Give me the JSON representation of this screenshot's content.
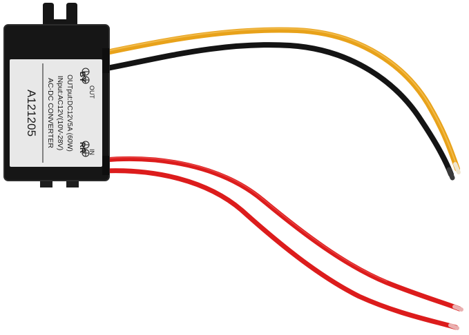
{
  "product": {
    "model": "A121205",
    "type": "AC-DC CONVERTER",
    "input": "INput:AC12V(10V-28V)",
    "output": "OUTput:DC12V5A (60W)",
    "in_label": "IN",
    "in_colors": "RR",
    "out_label": "OUT",
    "out_colors": "BY"
  },
  "colors": {
    "body": "#161616",
    "label": "#e8e8e8",
    "wire_yellow": "#e8a21a",
    "wire_black": "#141414",
    "wire_red": "#dc1c1c"
  }
}
